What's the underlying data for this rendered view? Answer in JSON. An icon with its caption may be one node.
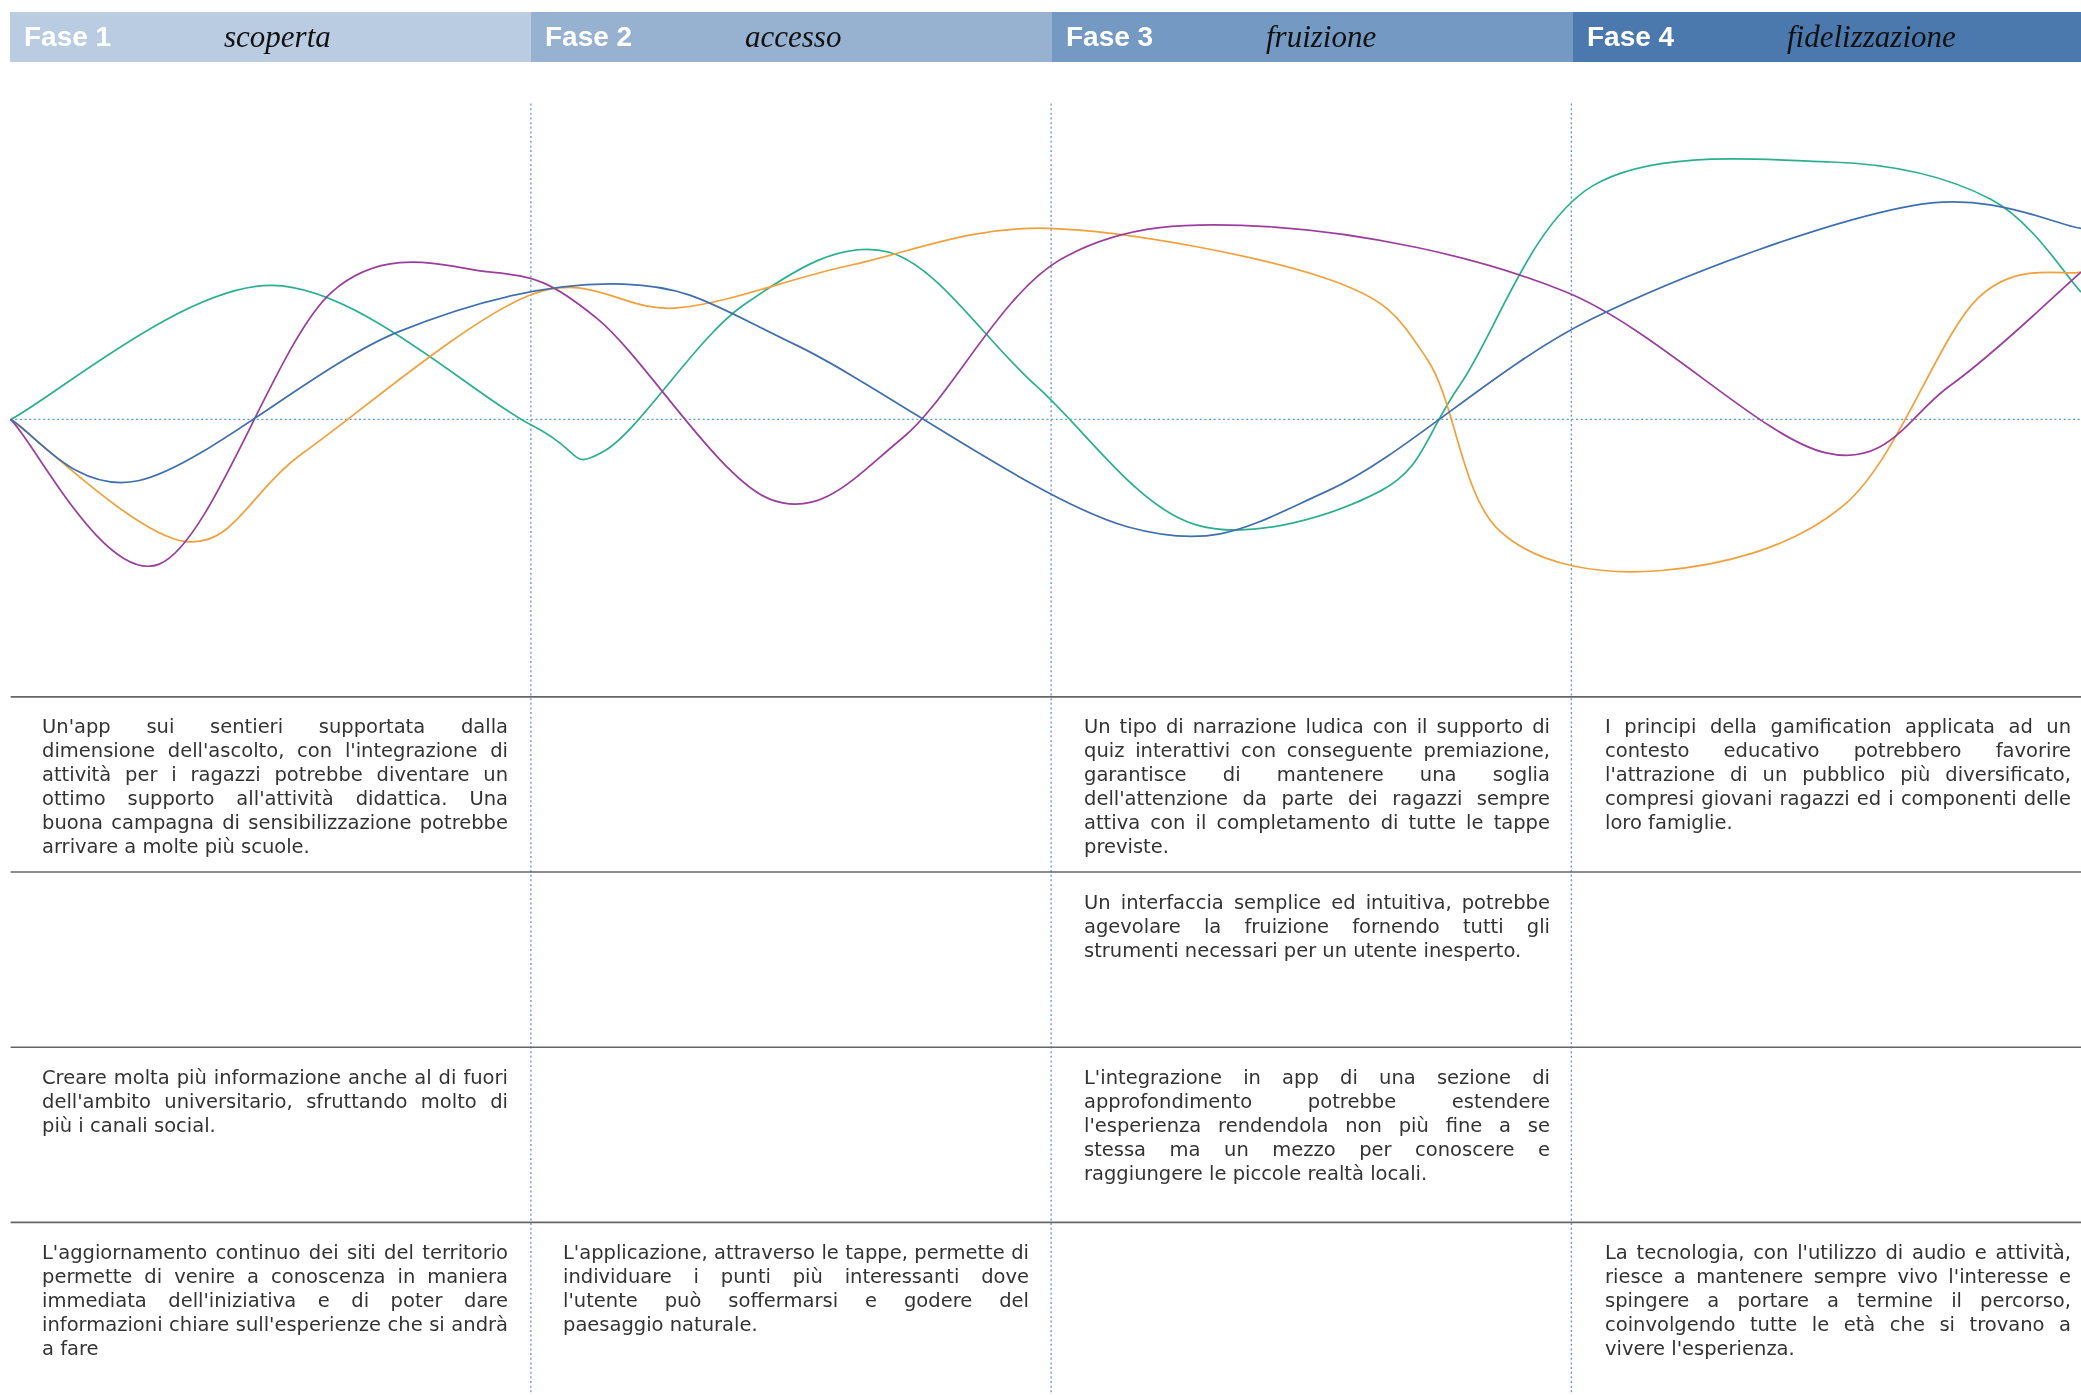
{
  "diagram": {
    "nodes": [
      {
        "text": [
          "Fase 1",
          "scoperta"
        ]
      },
      {
        "text": [
          "Fase 2",
          "accesso"
        ]
      },
      {
        "text": [
          "Fase 3",
          "fruizione"
        ]
      },
      {
        "text": [
          "Fase 4",
          "fidelizzazione"
        ]
      }
    ],
    "edges": [],
    "labels": [
      "Un'app sui sentieri supportata dalla dimensione dell'ascolto, con l'integrazione di attività per i ragazzi potrebbe diventare un ottimo supporto all'attività didattica. Una buona campagna di sensibilizzazione potrebbe arrivare a molte più scuole.",
      "Un tipo di narrazione ludica con il supporto di quiz interattivi con conseguente premiazione, garantisce di mantenere una soglia dell'attenzione da parte dei ragazzi sempre attiva con il completamento di tutte le tappe previste.",
      "I principi della gamification applicata ad un contesto educativo potrebbero favorire l'attrazione di un pubblico più diversificato, compresi giovani ragazzi ed i componenti delle loro famiglie.",
      "Un interfaccia semplice ed intuitiva, potrebbe agevolare la fruizione fornendo tutti gli strumenti necessari per un utente inesperto.",
      "Creare molta più informazione anche al di fuori dell'ambito universitario, sfruttando molto di più i canali social.",
      "L'integrazione in app di una sezione di approfondimento potrebbe estendere l'esperienza rendendola non più fine a se stessa ma un mezzo per conoscere e raggiungere le piccole realtà locali.",
      "L'aggiornamento continuo dei siti del territorio permette di venire a conoscenza in maniera immediata dell'iniziativa e di poter dare informazioni chiare sull'esperienze che si andrà a fare",
      "L'applicazione, attraverso le tappe, permette di individuare i punti più interessanti dove l'utente può soffermarsi e godere del paesaggio naturale.",
      "La tecnologia, con l'utilizzo di audio e attività, riesce a mantenere sempre vivo l'interesse e spingere a portare a termine il percorso, coinvolgendo tutte le età che si trovano a vivere l'esperienza."
    ]
  }
}
